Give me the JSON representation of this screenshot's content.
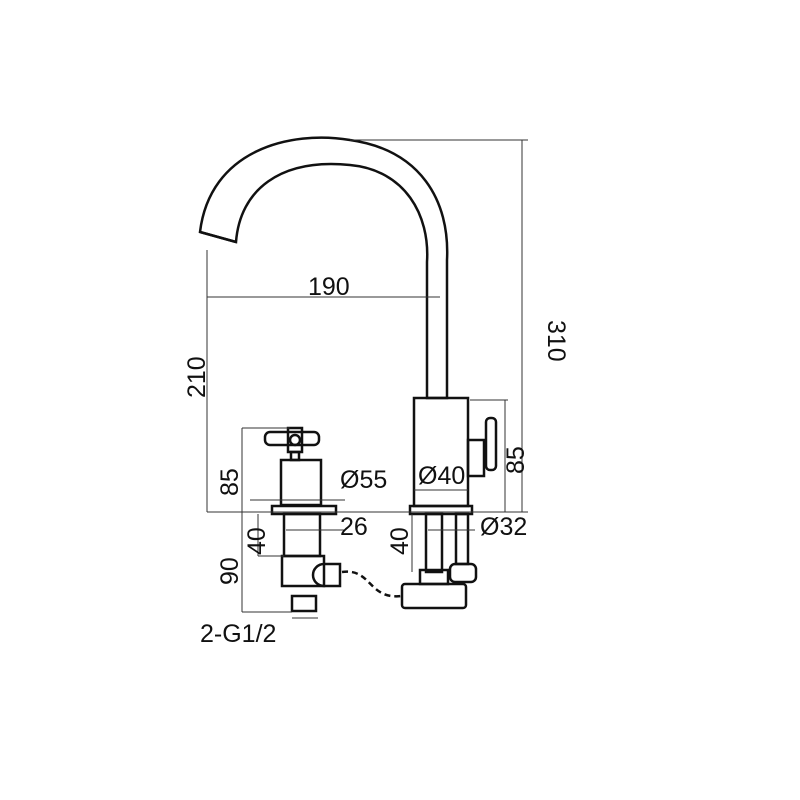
{
  "dimensions": {
    "total_height": "310",
    "reach": "190",
    "spout_height": "210",
    "valve_height": "85",
    "body_height": "85",
    "valve_diameter": "Ø55",
    "body_diameter": "Ø40",
    "shank_diameter": "Ø32",
    "valve_shank_diameter": "26",
    "valve_shank_length": "40",
    "body_shank_length": "40",
    "valve_below_deck": "90",
    "connection": "2-G1/2"
  },
  "colors": {
    "line": "#111111",
    "background": "#ffffff"
  }
}
